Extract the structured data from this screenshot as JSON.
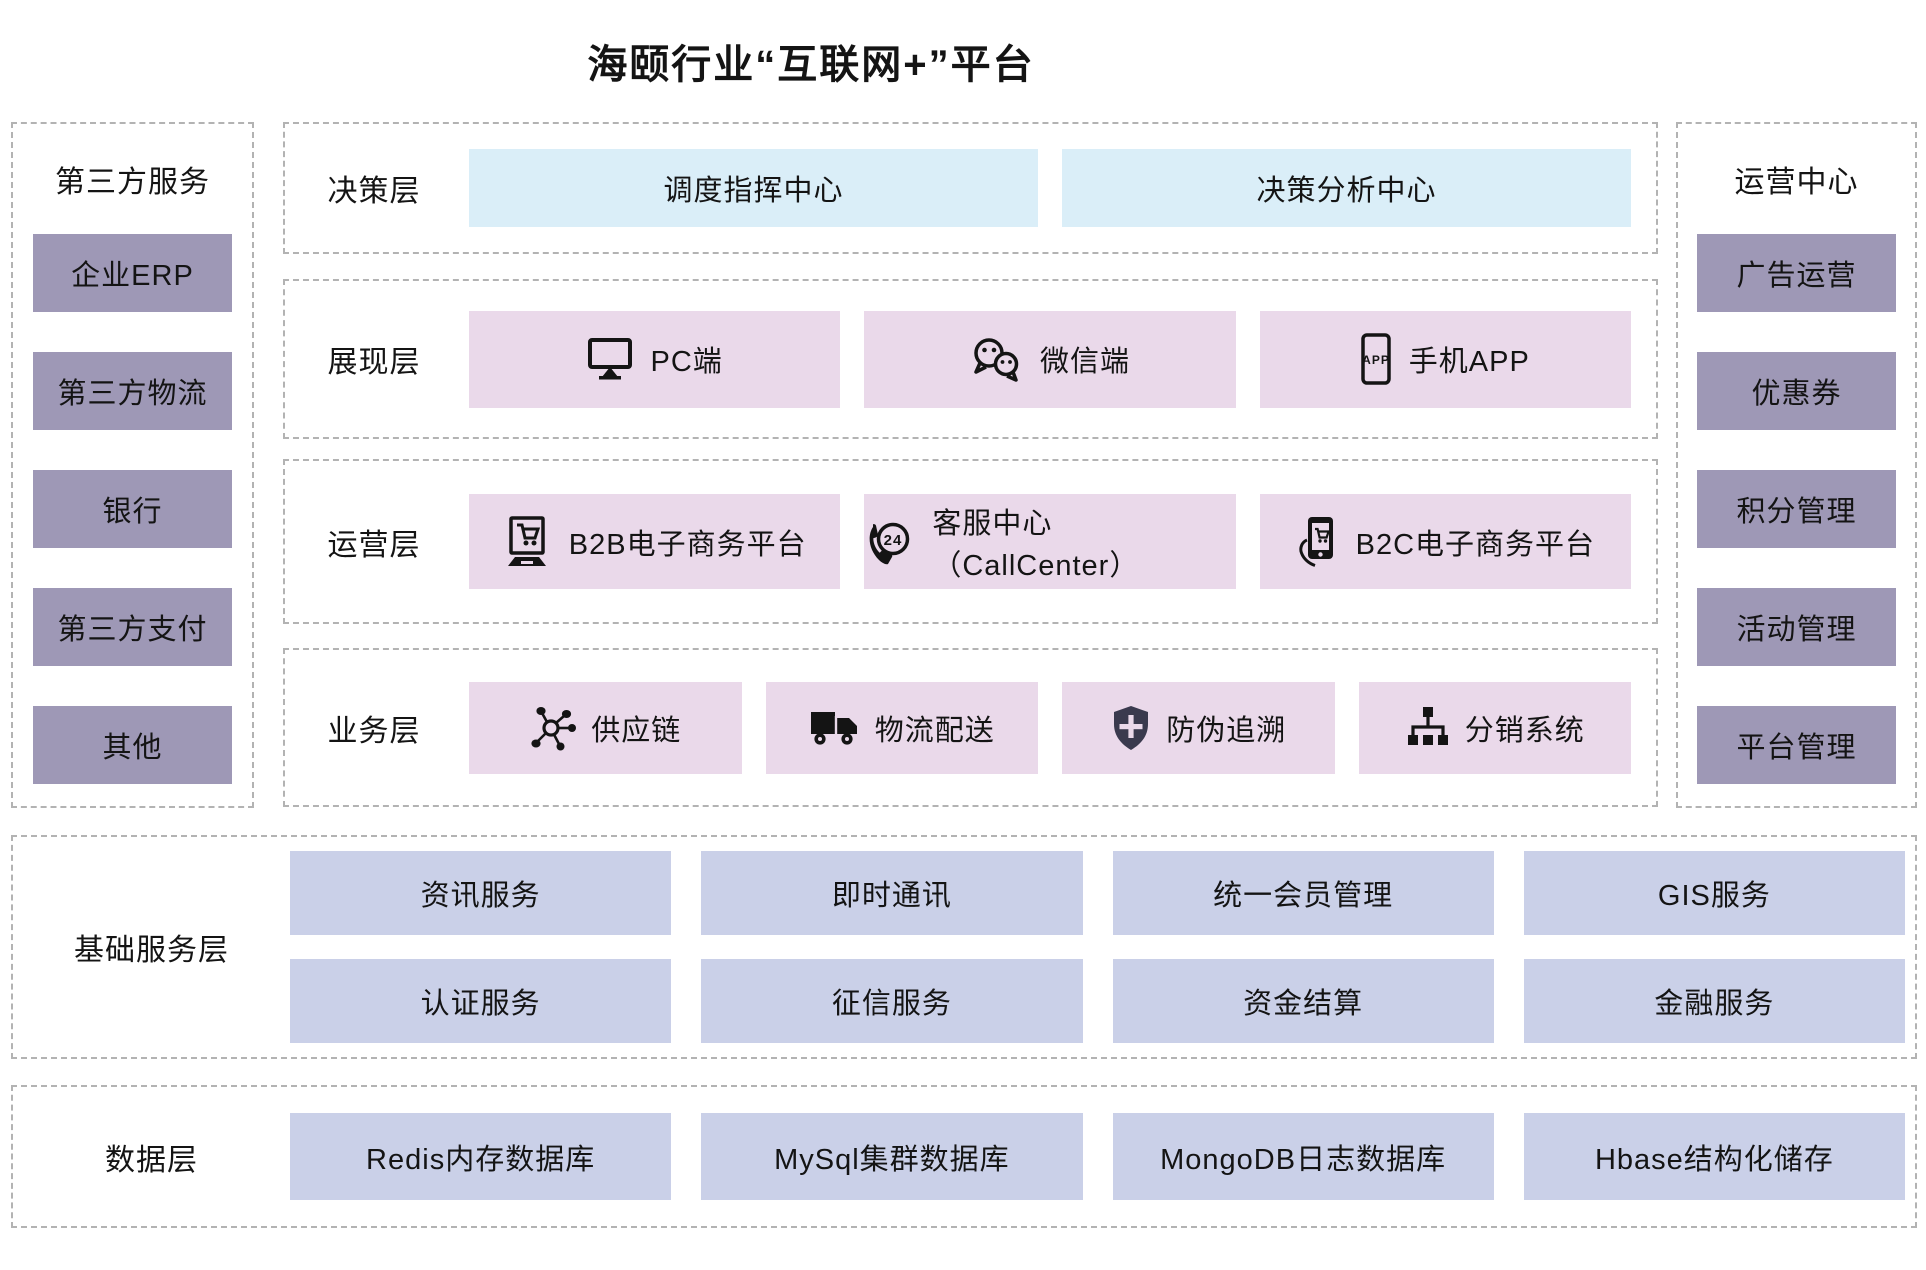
{
  "title": "海颐行业“互联网+”平台",
  "colors": {
    "box_purple": "#9E98B6",
    "box_light_blue": "#DAEEF8",
    "box_light_pink": "#EAD9EA",
    "box_periwinkle": "#CAD0E8",
    "dashed_border": "#B3B3B3",
    "text": "#141414",
    "shield_dark": "#3A3A4E"
  },
  "left_panel": {
    "title": "第三方服务",
    "items": [
      "企业ERP",
      "第三方物流",
      "银行",
      "第三方支付",
      "其他"
    ]
  },
  "right_panel": {
    "title": "运营中心",
    "items": [
      "广告运营",
      "优惠券",
      "积分管理",
      "活动管理",
      "平台管理"
    ]
  },
  "layers": {
    "decision": {
      "label": "决策层",
      "items": [
        "调度指挥中心",
        "决策分析中心"
      ]
    },
    "presentation": {
      "label": "展现层",
      "items": [
        {
          "icon": "monitor-icon",
          "label": "PC端"
        },
        {
          "icon": "wechat-icon",
          "label": "微信端"
        },
        {
          "icon": "phone-app-icon",
          "label": "手机APP"
        }
      ]
    },
    "operation": {
      "label": "运营层",
      "items": [
        {
          "icon": "b2b-ecommerce-icon",
          "label": "B2B电子商务平台"
        },
        {
          "icon": "callcenter-24-icon",
          "label": "客服中心（CallCenter）"
        },
        {
          "icon": "b2c-ecommerce-icon",
          "label": "B2C电子商务平台"
        }
      ]
    },
    "business": {
      "label": "业务层",
      "items": [
        {
          "icon": "supply-chain-icon",
          "label": "供应链"
        },
        {
          "icon": "logistics-truck-icon",
          "label": "物流配送"
        },
        {
          "icon": "anti-counterfeit-shield-icon",
          "label": "防伪追溯"
        },
        {
          "icon": "distribution-sitemap-icon",
          "label": "分销系统"
        }
      ]
    }
  },
  "base_service_layer": {
    "label": "基础服务层",
    "rows": [
      [
        "资讯服务",
        "即时通讯",
        "统一会员管理",
        "GIS服务"
      ],
      [
        "认证服务",
        "征信服务",
        "资金结算",
        "金融服务"
      ]
    ]
  },
  "data_layer": {
    "label": "数据层",
    "items": [
      "Redis内存数据库",
      "MySql集群数据库",
      "MongoDB日志数据库",
      "Hbase结构化储存"
    ]
  }
}
